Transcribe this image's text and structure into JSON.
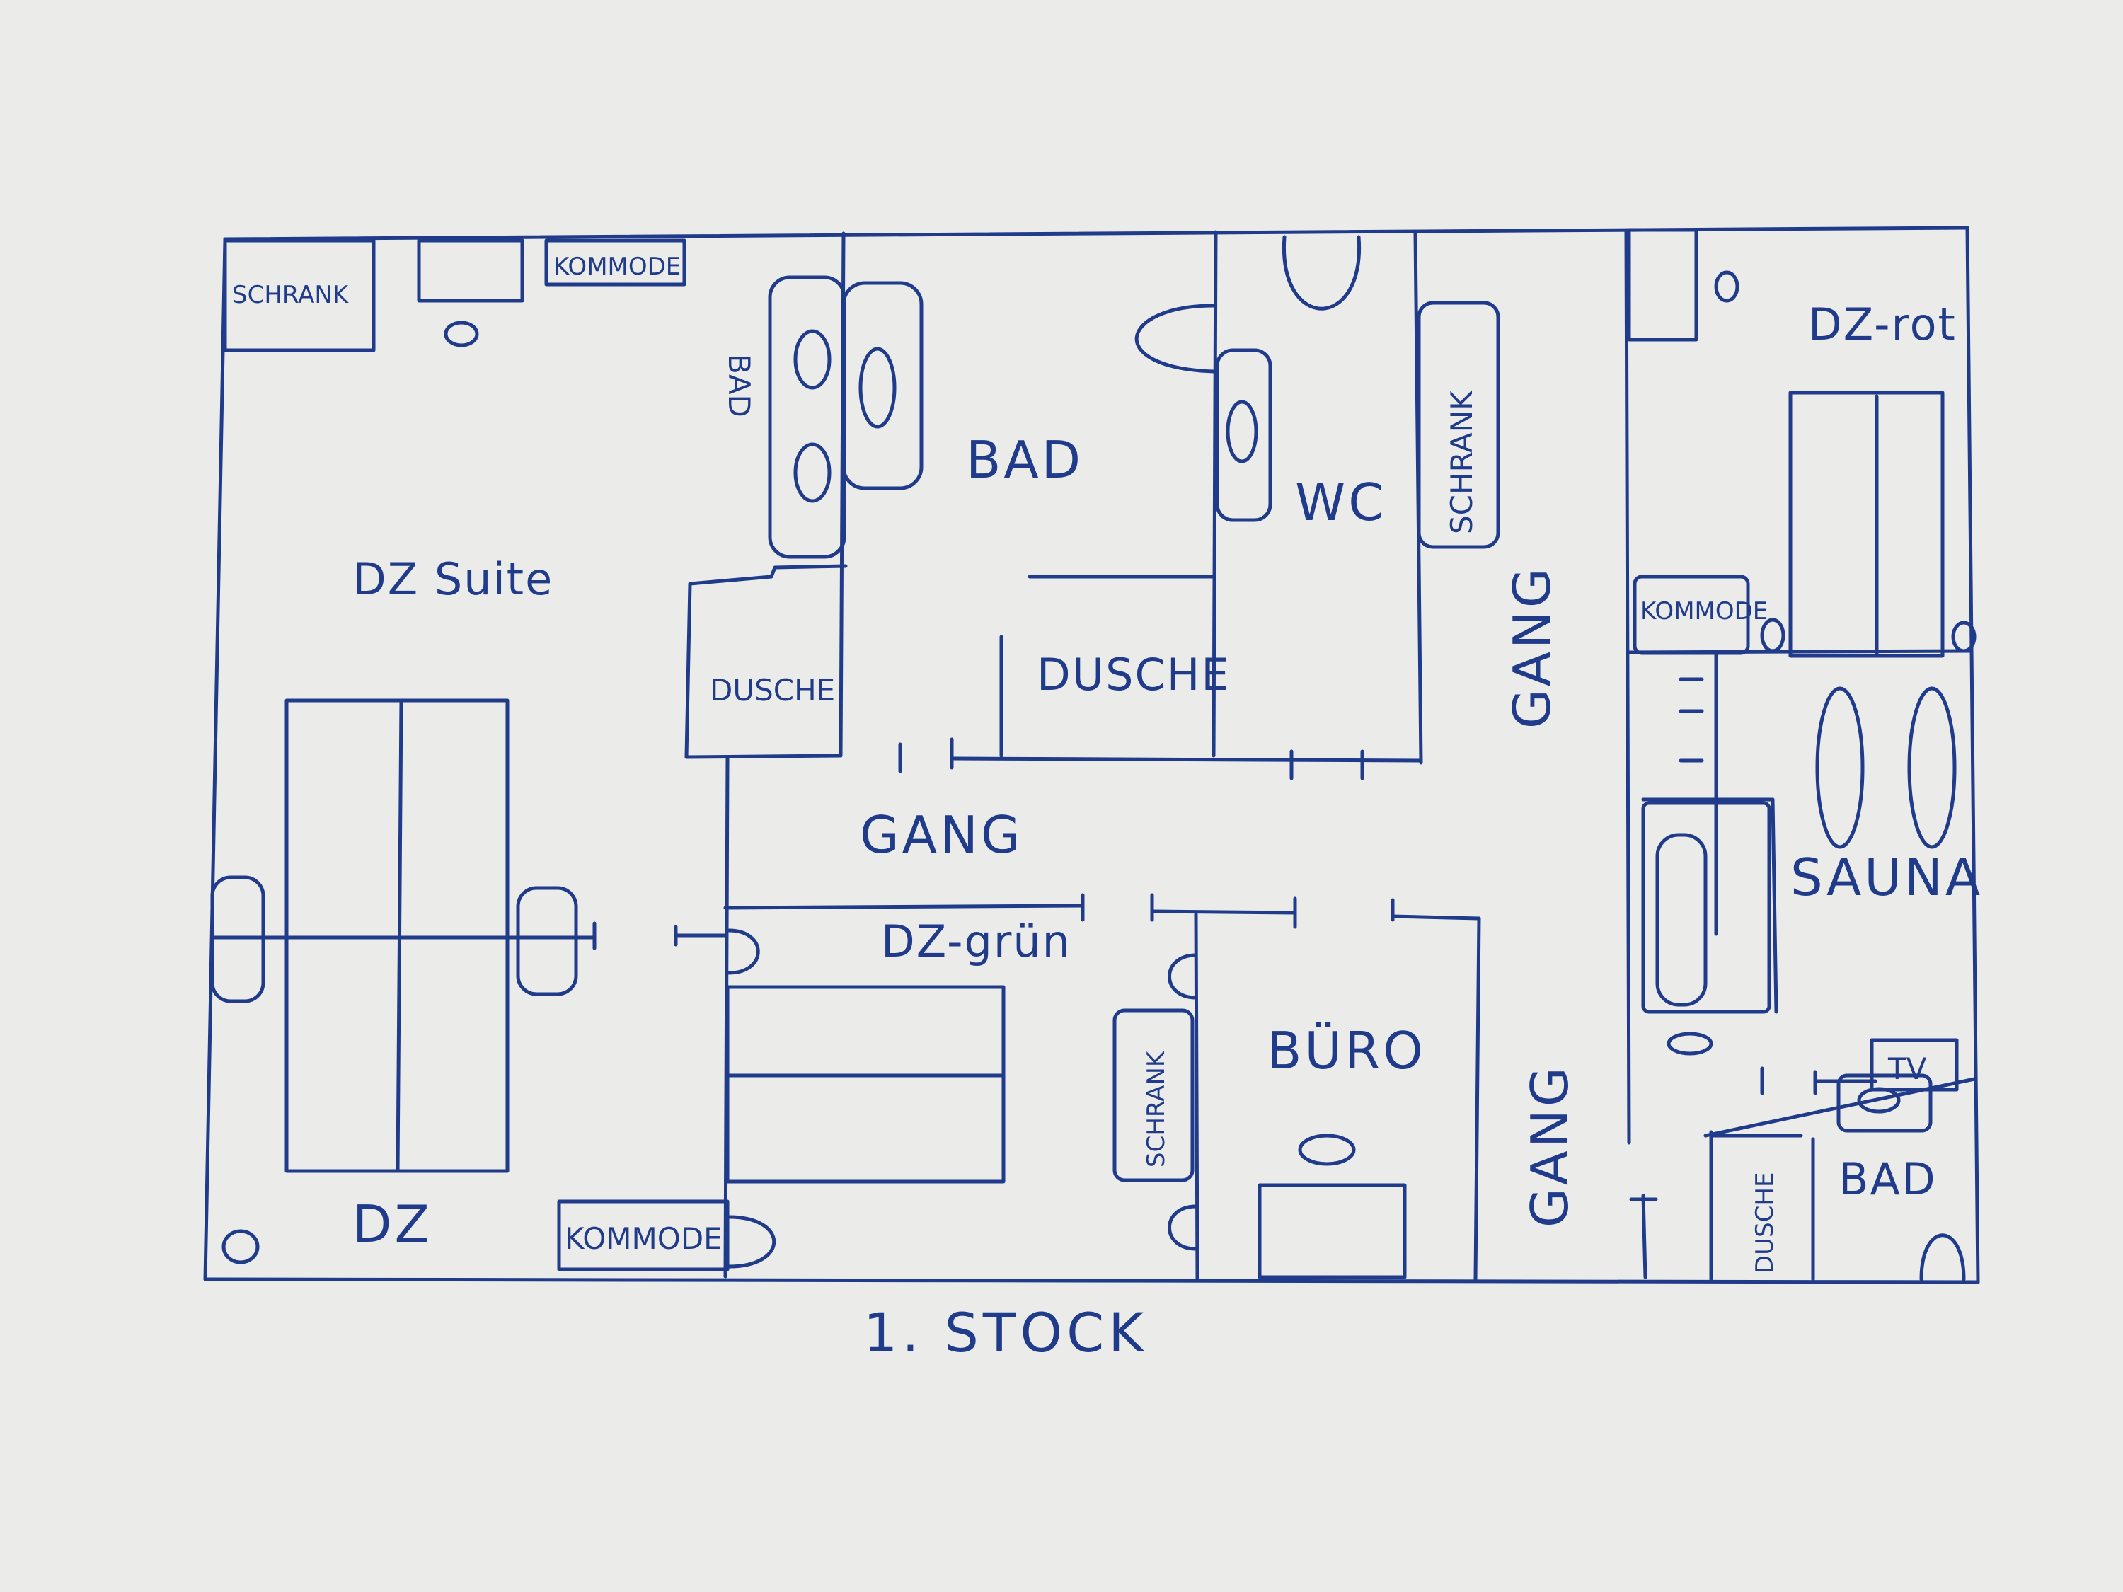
{
  "title": "1. STOCK",
  "rooms": {
    "dz_suite": "DZ Suite",
    "bad_suite": "BAD",
    "bad_main": "BAD",
    "wc": "WC",
    "dusche_left": "DUSCHE",
    "dusche_mid": "DUSCHE",
    "gang_center": "GANG",
    "gang_vertical_top": "GANG",
    "gang_vertical_bottom": "GANG",
    "dz_gruen": "DZ-grün",
    "dz": "DZ",
    "buero": "BÜRO",
    "dz_rot": "DZ-rot",
    "sauna": "SAUNA",
    "bad_right": "BAD",
    "dusche_right": "DUSCHE"
  },
  "furniture": {
    "schrank_topleft": "SCHRANK",
    "kommode_top": "KOMMODE",
    "schrank_wc": "SCHRANK",
    "kommode_rot": "KOMMODE",
    "schrank_buero": "SCHRANK",
    "kommode_bottom": "KOMMODE",
    "tv": "TV"
  }
}
